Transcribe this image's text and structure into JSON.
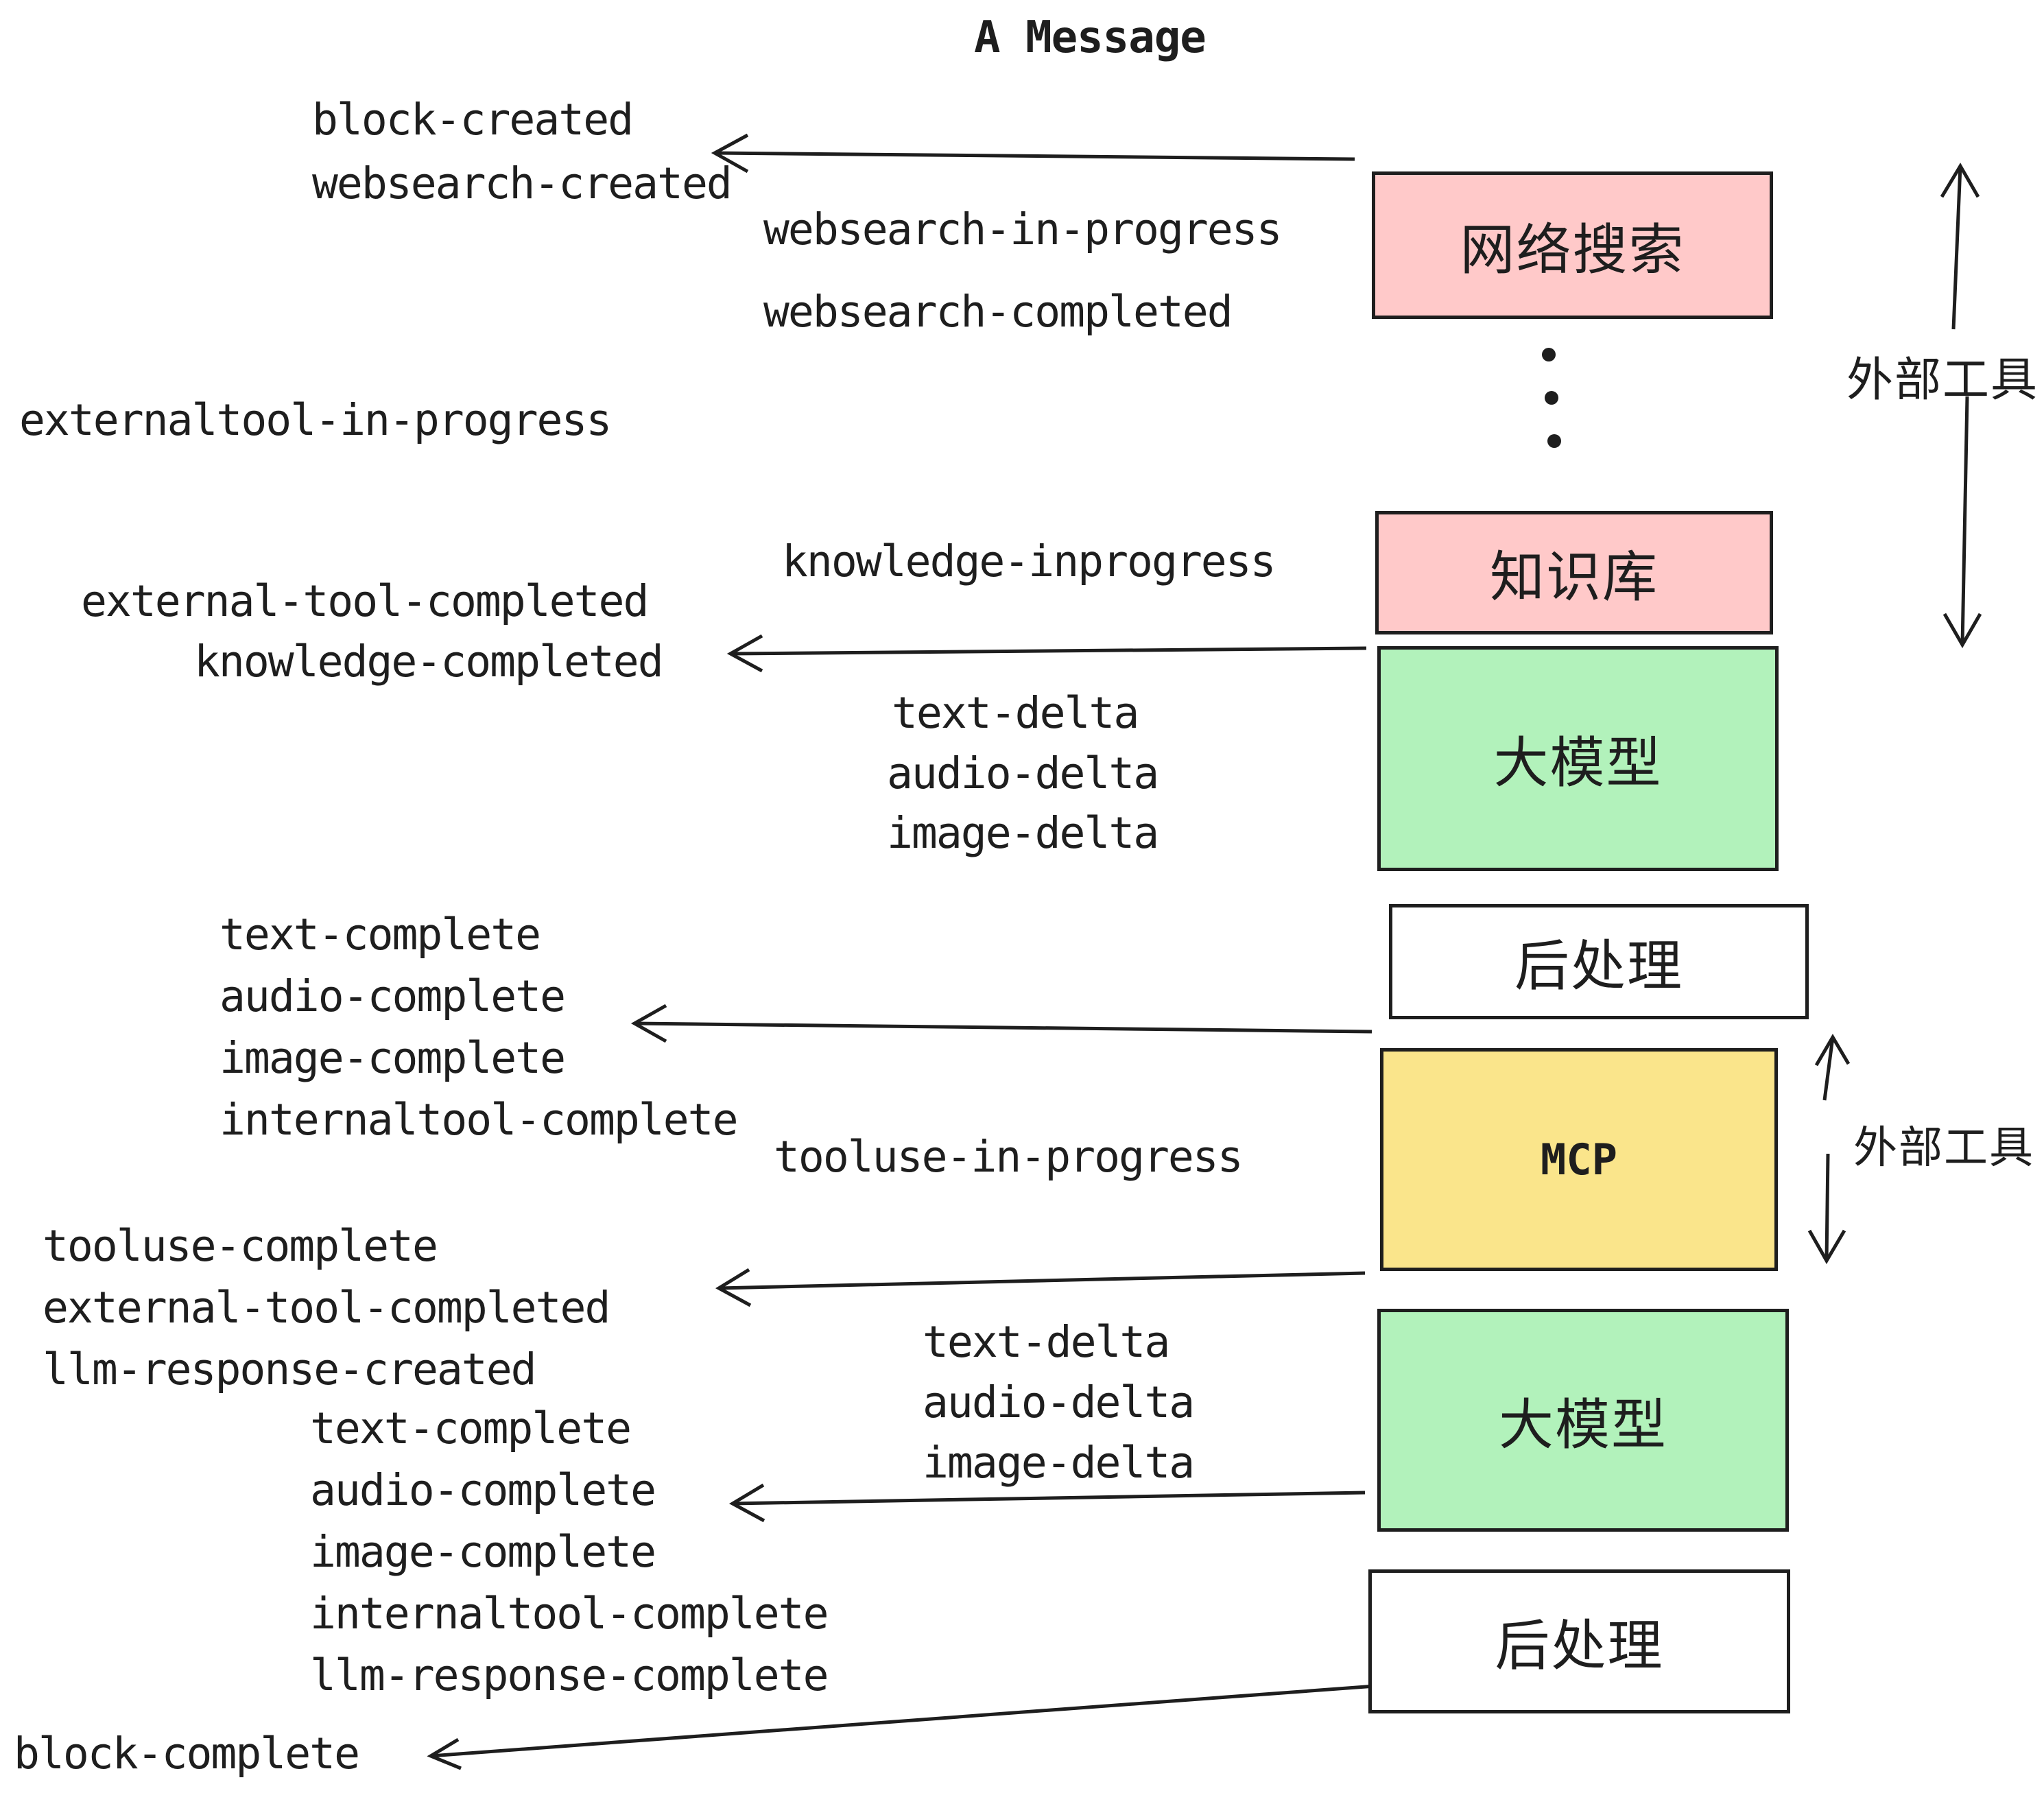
{
  "title": "A Message",
  "colors": {
    "pink": "#ffc9c9",
    "green": "#b2f2bb",
    "yellow": "#fae58b",
    "box_border": "#1e1e1e",
    "background": "#ffffff"
  },
  "boxes": [
    {
      "id": "websearch",
      "label": "网络搜索",
      "color": "pink"
    },
    {
      "id": "knowledge",
      "label": "知识库",
      "color": "pink"
    },
    {
      "id": "llm-1",
      "label": "大模型",
      "color": "green"
    },
    {
      "id": "postprocess-1",
      "label": "后处理",
      "color": "white"
    },
    {
      "id": "mcp",
      "label": "MCP",
      "color": "yellow"
    },
    {
      "id": "llm-2",
      "label": "大模型",
      "color": "green"
    },
    {
      "id": "postprocess-2",
      "label": "后处理",
      "color": "white"
    }
  ],
  "side_labels": {
    "external_tools_top": "外部工具",
    "external_tools_mcp": "外部工具"
  },
  "events": {
    "block_created": "block-created",
    "websearch_created": "websearch-created",
    "websearch_in_progress": "websearch-in-progress",
    "websearch_completed": "websearch-completed",
    "externaltool_in_progress": "externaltool-in-progress",
    "knowledge_inprogress": "knowledge-inprogress",
    "external_tool_completed": "external-tool-completed",
    "knowledge_completed": "knowledge-completed",
    "text_delta": "text-delta",
    "audio_delta": "audio-delta",
    "image_delta": "image-delta",
    "text_complete": "text-complete",
    "audio_complete": "audio-complete",
    "image_complete": "image-complete",
    "internaltool_complete": "internaltool-complete",
    "tooluse_in_progress": "tooluse-in-progress",
    "tooluse_complete": "tooluse-complete",
    "external_tool_completed_2": "external-tool-completed",
    "llm_response_created": "llm-response-created",
    "text_complete_2": "text-complete",
    "audio_complete_2": "audio-complete",
    "image_complete_2": "image-complete",
    "internaltool_complete_2": "internaltool-complete",
    "llm_response_complete": "llm-response-complete",
    "text_delta_2": "text-delta",
    "audio_delta_2": "audio-delta",
    "image_delta_2": "image-delta",
    "block_complete": "block-complete"
  }
}
